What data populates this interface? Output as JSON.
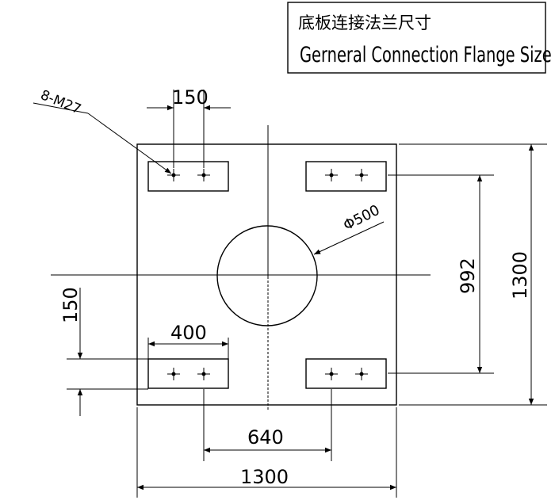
{
  "title_block": {
    "title_cn": "底板连接法兰尺寸",
    "title_en": "Gerneral Connection Flange Size"
  },
  "dimensions": {
    "bolt_spec": "8-M27",
    "bolt_spacing": "150",
    "center_hole": "Φ500",
    "pad_vertical_inner": "992",
    "plate_height": "1300",
    "pad_width": "400",
    "pad_edge_offset": "150",
    "bolt_group_spacing": "640",
    "plate_width": "1300"
  }
}
